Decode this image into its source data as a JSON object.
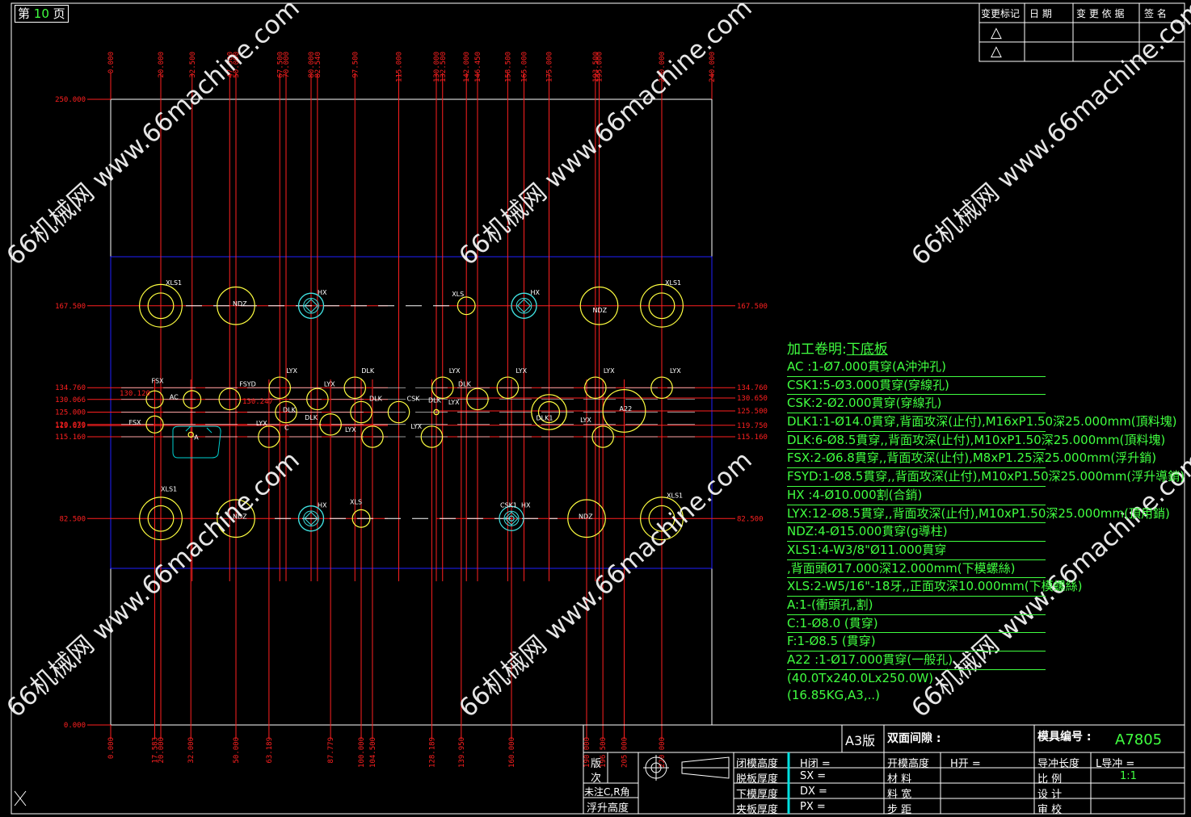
{
  "page": {
    "prefix": "第",
    "number": "10",
    "suffix": "页"
  },
  "revision_table": {
    "headers": [
      "变更标记",
      "日 期",
      "变 更 依 据",
      "签 名"
    ],
    "symbols": [
      "△",
      "△"
    ]
  },
  "watermark": "66机械网 www.66machine.com",
  "dims_top": [
    "0.000",
    "20.000",
    "32.500",
    "47.500",
    "50.000",
    "67.500",
    "70.000",
    "80.000",
    "82.540",
    "97.500",
    "115.000",
    "130.000",
    "132.500",
    "142.000",
    "146.450",
    "158.500",
    "165.000",
    "175.000",
    "193.500",
    "195.000",
    "220.000",
    "240.000"
  ],
  "dims_bottom": [
    "0.000",
    "17.583",
    "20.000",
    "32.000",
    "50.000",
    "63.189",
    "87.779",
    "100.000",
    "104.500",
    "128.189",
    "139.950",
    "160.000",
    "190.000",
    "196.500",
    "205.000",
    "220.000"
  ],
  "dims_left": [
    "250.000",
    "167.500",
    "134.760",
    "130.066",
    "125.000",
    "120.070",
    "119.639",
    "115.160",
    "82.500",
    "0.000"
  ],
  "dims_right": [
    "167.500",
    "134.760",
    "130.650",
    "125.500",
    "119.750",
    "115.160",
    "82.500"
  ],
  "dims_inner": [
    "130.120",
    "130.247"
  ],
  "hole_labels": [
    "XLS1",
    "NDZ",
    "HX",
    "XLS",
    "HX",
    "NDZ",
    "XLS1",
    "FSX",
    "AC",
    "FSYD",
    "LYX",
    "DLK",
    "LYX",
    "DLK",
    "DLK",
    "CSK",
    "DLK",
    "LYX",
    "DLK",
    "LYX",
    "LYX",
    "LYX",
    "FSX",
    "LYX",
    "C",
    "DLK",
    "LYX",
    "LYX",
    "DLK1",
    "LYX",
    "A22",
    "LYX",
    "A",
    "XLS1",
    "NDZ",
    "HX",
    "XLS",
    "CSK1",
    "HX",
    "NDZ",
    "XLS1"
  ],
  "notes": {
    "title": "加工卷明:",
    "subtitle": "下底板",
    "lines": [
      "AC :1-Ø7.000貫穿(A沖沖孔)",
      "CSK1:5-Ø3.000貫穿(穿線孔)",
      "CSK:2-Ø2.000貫穿(穿線孔)",
      "DLK1:1-Ø14.0貫穿,背面攻深(止付),M16xP1.50深25.000mm(頂料塊)",
      "DLK:6-Ø8.5貫穿,,背面攻深(止付),M10xP1.50深25.000mm(頂料塊)",
      "FSX:2-Ø6.8貫穿,,背面攻深(止付),M8xP1.25深25.000mm(浮升銷)",
      "FSYD:1-Ø8.5貫穿,,背面攻深(止付),M10xP1.50深25.000mm(浮升導銷)",
      "HX :4-Ø10.000割(合銷)",
      "LYX:12-Ø8.5貫穿,,背面攻深(止付),M10xP1.50深25.000mm(頂用銷)",
      "NDZ:4-Ø15.000貫穿(g導柱)",
      "XLS1:4-W3/8\"Ø11.000貫穿",
      "        ,背面頭Ø17.000深12.000mm(下模螺絲)",
      "XLS:2-W5/16\"-18牙,,正面攻深10.000mm(下模螺絲)",
      "A:1-(衝頭孔,割)",
      "C:1-Ø8.0 (貫穿)",
      "F:1-Ø8.5 (貫穿)",
      "A22  :1-Ø17.000貫穿(一般孔)",
      "(40.0Tx240.0Lx250.0W)",
      "(16.85KG,A3,..)"
    ]
  },
  "title_block": {
    "version": "A3版",
    "double_gap": "双面间隙 :",
    "mold_no_label": "模具编号 :",
    "mold_no": "A7805",
    "ban": "版",
    "ci": "次",
    "note_cr": "未注C,R角",
    "float_h": "浮升高度",
    "closed_h": "闭模高度",
    "strip_t": "脱板厚度",
    "lower_t": "下模厚度",
    "clamp_t": "夹板厚度",
    "h_closed": "H闭 =",
    "sx": "SX =",
    "dx": "DX =",
    "px": "PX =",
    "open_h": "开模高度",
    "h_open": "H开 =",
    "material": "材  料",
    "strip_w": "料  宽",
    "pitch": "步  距",
    "guide_len": "导冲长度",
    "l_guide": "L导冲 =",
    "scale_label": "比  例",
    "scale": "1:1",
    "design": "设  计",
    "review": "审  校"
  }
}
